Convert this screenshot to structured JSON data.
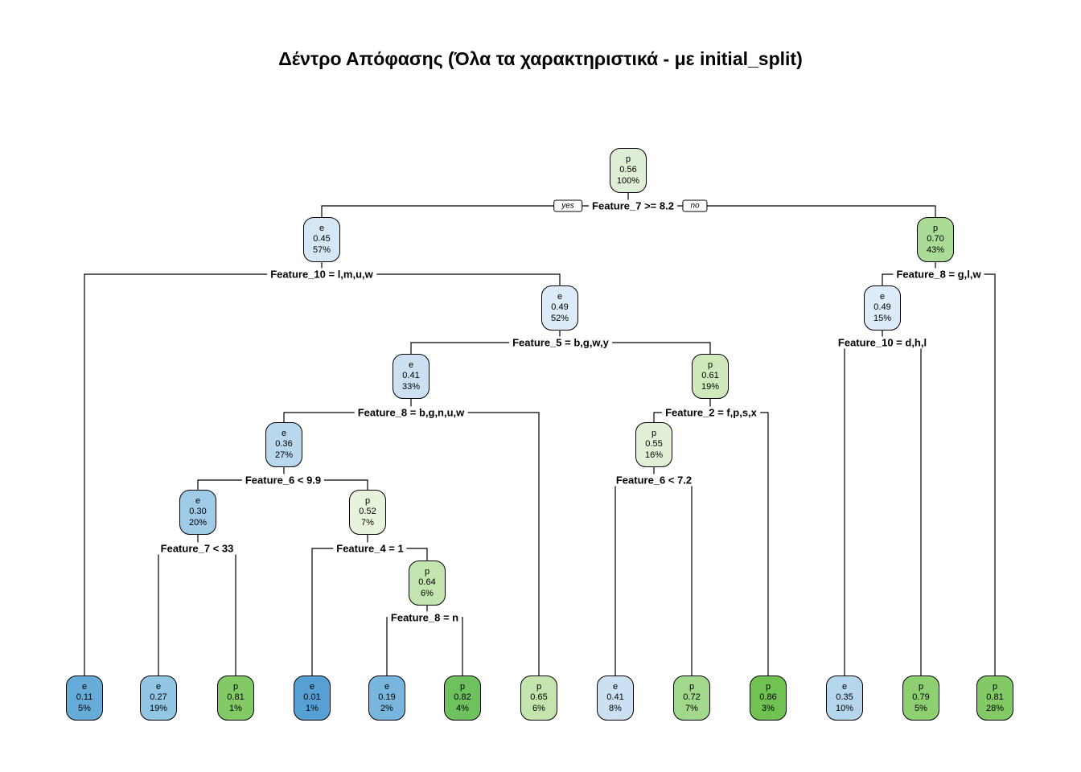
{
  "title": "Δέντρο Απόφασης (Όλα τα χαρακτηριστικά - με initial_split)",
  "branch_labels": {
    "yes": "yes",
    "no": "no"
  },
  "nodes": [
    {
      "id": "root",
      "class": "p",
      "prob": "0.56",
      "pct": "100%",
      "color": "#dfeed6"
    },
    {
      "id": "n-l",
      "class": "e",
      "prob": "0.45",
      "pct": "57%",
      "color": "#d5e6f4"
    },
    {
      "id": "n-r",
      "class": "p",
      "prob": "0.70",
      "pct": "43%",
      "color": "#aadb97"
    },
    {
      "id": "n-lr",
      "class": "e",
      "prob": "0.49",
      "pct": "52%",
      "color": "#ddeaf7"
    },
    {
      "id": "n-rl",
      "class": "e",
      "prob": "0.49",
      "pct": "15%",
      "color": "#ddeaf7"
    },
    {
      "id": "n-lrl",
      "class": "e",
      "prob": "0.41",
      "pct": "33%",
      "color": "#cbe0f2"
    },
    {
      "id": "n-lrr",
      "class": "p",
      "prob": "0.61",
      "pct": "19%",
      "color": "#cfe9bd"
    },
    {
      "id": "n-lrll",
      "class": "e",
      "prob": "0.36",
      "pct": "27%",
      "color": "#b9d8ee"
    },
    {
      "id": "n-lrrl",
      "class": "p",
      "prob": "0.55",
      "pct": "16%",
      "color": "#e1f0d6"
    },
    {
      "id": "n-6l",
      "class": "e",
      "prob": "0.30",
      "pct": "20%",
      "color": "#9fcbe7"
    },
    {
      "id": "n-6r",
      "class": "p",
      "prob": "0.52",
      "pct": "7%",
      "color": "#e8f3de"
    },
    {
      "id": "n-7",
      "class": "p",
      "prob": "0.64",
      "pct": "6%",
      "color": "#c2e4ae"
    },
    {
      "id": "leaf-1",
      "class": "e",
      "prob": "0.11",
      "pct": "5%",
      "color": "#67abd8"
    },
    {
      "id": "leaf-2",
      "class": "e",
      "prob": "0.27",
      "pct": "19%",
      "color": "#93c5e4"
    },
    {
      "id": "leaf-3",
      "class": "p",
      "prob": "0.81",
      "pct": "1%",
      "color": "#83ca66"
    },
    {
      "id": "leaf-4",
      "class": "e",
      "prob": "0.01",
      "pct": "1%",
      "color": "#57a0d3"
    },
    {
      "id": "leaf-5",
      "class": "e",
      "prob": "0.19",
      "pct": "2%",
      "color": "#79b6dd"
    },
    {
      "id": "leaf-6",
      "class": "p",
      "prob": "0.82",
      "pct": "4%",
      "color": "#6ec15e"
    },
    {
      "id": "leaf-7",
      "class": "p",
      "prob": "0.65",
      "pct": "6%",
      "color": "#c3e5ad"
    },
    {
      "id": "leaf-8",
      "class": "e",
      "prob": "0.41",
      "pct": "8%",
      "color": "#cbe0f2"
    },
    {
      "id": "leaf-9",
      "class": "p",
      "prob": "0.72",
      "pct": "7%",
      "color": "#a2d88c"
    },
    {
      "id": "leaf-10",
      "class": "p",
      "prob": "0.86",
      "pct": "3%",
      "color": "#70c353"
    },
    {
      "id": "leaf-11",
      "class": "e",
      "prob": "0.35",
      "pct": "10%",
      "color": "#b6d6ed"
    },
    {
      "id": "leaf-12",
      "class": "p",
      "prob": "0.79",
      "pct": "5%",
      "color": "#8ecf72"
    },
    {
      "id": "leaf-13",
      "class": "p",
      "prob": "0.81",
      "pct": "28%",
      "color": "#83ca66"
    }
  ],
  "splits": [
    {
      "label": "Feature_7 >= 8.2"
    },
    {
      "label": "Feature_10 = l,m,u,w"
    },
    {
      "label": "Feature_8 = g,l,w"
    },
    {
      "label": "Feature_5 = b,g,w,y"
    },
    {
      "label": "Feature_10 = d,h,l"
    },
    {
      "label": "Feature_8 = b,g,n,u,w"
    },
    {
      "label": "Feature_2 = f,p,s,x"
    },
    {
      "label": "Feature_6 < 9.9"
    },
    {
      "label": "Feature_6 < 7.2"
    },
    {
      "label": "Feature_7 < 33"
    },
    {
      "label": "Feature_4 = 1"
    },
    {
      "label": "Feature_8 = n"
    }
  ],
  "hierarchy": {
    "node": "root",
    "split": "Feature_7 >= 8.2",
    "yes": {
      "node": "n-l",
      "split": "Feature_10 = l,m,u,w",
      "yes": {
        "node": "leaf-1"
      },
      "no": {
        "node": "n-lr",
        "split": "Feature_5 = b,g,w,y",
        "yes": {
          "node": "n-lrl",
          "split": "Feature_8 = b,g,n,u,w",
          "yes": {
            "node": "n-lrll",
            "split": "Feature_6 < 9.9",
            "yes": {
              "node": "n-6l",
              "split": "Feature_7 < 33",
              "yes": {
                "node": "leaf-2"
              },
              "no": {
                "node": "leaf-3"
              }
            },
            "no": {
              "node": "n-6r",
              "split": "Feature_4 = 1",
              "yes": {
                "node": "leaf-4"
              },
              "no": {
                "node": "n-7",
                "split": "Feature_8 = n",
                "yes": {
                  "node": "leaf-5"
                },
                "no": {
                  "node": "leaf-6"
                }
              }
            }
          },
          "no": {
            "node": "leaf-7"
          }
        },
        "no": {
          "node": "n-lrr",
          "split": "Feature_2 = f,p,s,x",
          "yes": {
            "node": "n-lrrl",
            "split": "Feature_6 < 7.2",
            "yes": {
              "node": "leaf-8"
            },
            "no": {
              "node": "leaf-9"
            }
          },
          "no": {
            "node": "leaf-10"
          }
        }
      }
    },
    "no": {
      "node": "n-r",
      "split": "Feature_8 = g,l,w",
      "yes": {
        "node": "n-rl",
        "split": "Feature_10 = d,h,l",
        "yes": {
          "node": "leaf-11"
        },
        "no": {
          "node": "leaf-12"
        }
      },
      "no": {
        "node": "leaf-13"
      }
    }
  }
}
